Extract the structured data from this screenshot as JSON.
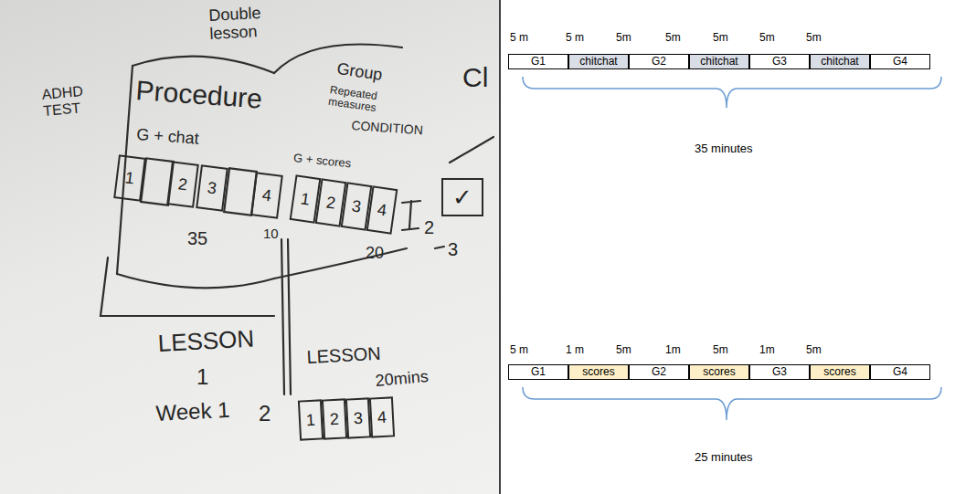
{
  "diagram": {
    "nodes": [
      {
        "text": [
          "1"
        ]
      },
      {
        "text": [
          "2"
        ]
      },
      {
        "text": [
          "3"
        ]
      },
      {
        "text": [
          "4"
        ]
      },
      {
        "text": [
          "1"
        ]
      },
      {
        "text": [
          "2"
        ]
      },
      {
        "text": [
          "3"
        ]
      },
      {
        "text": [
          "4"
        ]
      },
      {
        "text": [
          "✓"
        ]
      },
      {
        "text": [
          "1"
        ]
      },
      {
        "text": [
          "2"
        ]
      },
      {
        "text": [
          "3"
        ]
      },
      {
        "text": [
          "4"
        ]
      },
      {
        "text": [
          "G1"
        ]
      },
      {
        "text": [
          "chitchat"
        ]
      },
      {
        "text": [
          "G2"
        ]
      },
      {
        "text": [
          "chitchat"
        ]
      },
      {
        "text": [
          "G3"
        ]
      },
      {
        "text": [
          "chitchat"
        ]
      },
      {
        "text": [
          "G4"
        ]
      },
      {
        "text": [
          "G1"
        ]
      },
      {
        "text": [
          "scores"
        ]
      },
      {
        "text": [
          "G2"
        ]
      },
      {
        "text": [
          "scores"
        ]
      },
      {
        "text": [
          "G3"
        ]
      },
      {
        "text": [
          "scores"
        ]
      },
      {
        "text": [
          "G4"
        ]
      }
    ],
    "labels": [
      "Double lesson",
      "ADHD TEST",
      "Procedure",
      "Group",
      "Repeated measures",
      "CONDITION",
      "Cl",
      "G + chat",
      "G + scores",
      "35",
      "10",
      "20",
      "2",
      "3",
      "LESSON",
      "1",
      "Week 1",
      "LESSON",
      "2",
      "20mins",
      "5 m",
      "5 m",
      "5m",
      "5m",
      "5m",
      "5m",
      "5m",
      "35 minutes",
      "5 m",
      "1 m",
      "5m",
      "1m",
      "5m",
      "1m",
      "5m",
      "25 minutes"
    ]
  }
}
